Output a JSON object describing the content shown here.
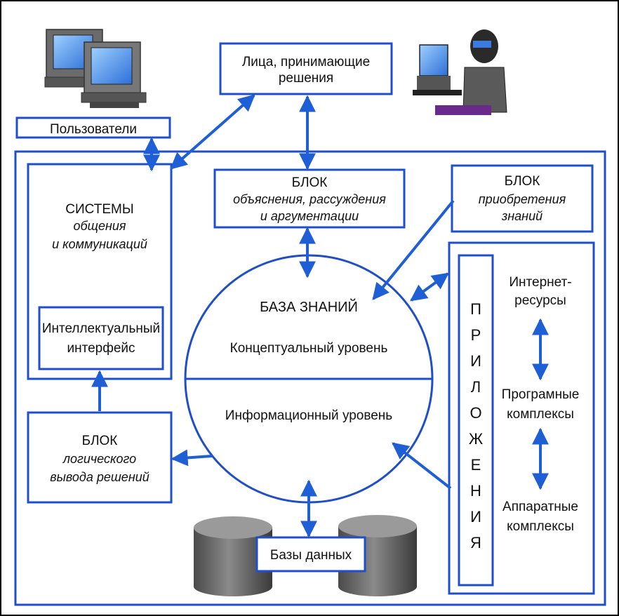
{
  "colors": {
    "line": "#1f4fc8",
    "arrow": "#1f5fd6",
    "text": "#111111",
    "frame": "#000000"
  },
  "decision_makers": {
    "line1": "Лица, принимающие",
    "line2": "решения"
  },
  "users": {
    "label": "Пользователи"
  },
  "comm_systems": {
    "line1": "СИСТЕМЫ",
    "line2": "общения",
    "line3": "и коммуникаций"
  },
  "intel_interface": {
    "line1": "Интеллектуальный",
    "line2": "интерфейс"
  },
  "explain_block": {
    "line1": "БЛОК",
    "line2": "объяснения, рассуждения",
    "line3": "и аргументации"
  },
  "acquire_block": {
    "line1": "БЛОК",
    "line2": "приобретения",
    "line3": "знаний"
  },
  "knowledge_base": {
    "title": "БАЗА ЗНАНИЙ",
    "conceptual": "Концептуальный уровень",
    "informational": "Информационный уровень"
  },
  "logic_block": {
    "line1": "БЛОК",
    "line2": "логического",
    "line3": "вывода решений"
  },
  "databases": {
    "label": "Базы данных"
  },
  "applications": {
    "letters": [
      "П",
      "Р",
      "И",
      "Л",
      "О",
      "Ж",
      "Е",
      "Н",
      "И",
      "Я"
    ],
    "internet": {
      "line1": "Интернет-",
      "line2": "ресурсы"
    },
    "software": {
      "line1": "Програмные",
      "line2": "комплексы"
    },
    "hardware": {
      "line1": "Аппаратные",
      "line2": "комплексы"
    }
  },
  "icons": {
    "computers": "two-computers-icon",
    "operator": "operator-at-workstation-icon",
    "database": "database-cylinder-icon"
  }
}
